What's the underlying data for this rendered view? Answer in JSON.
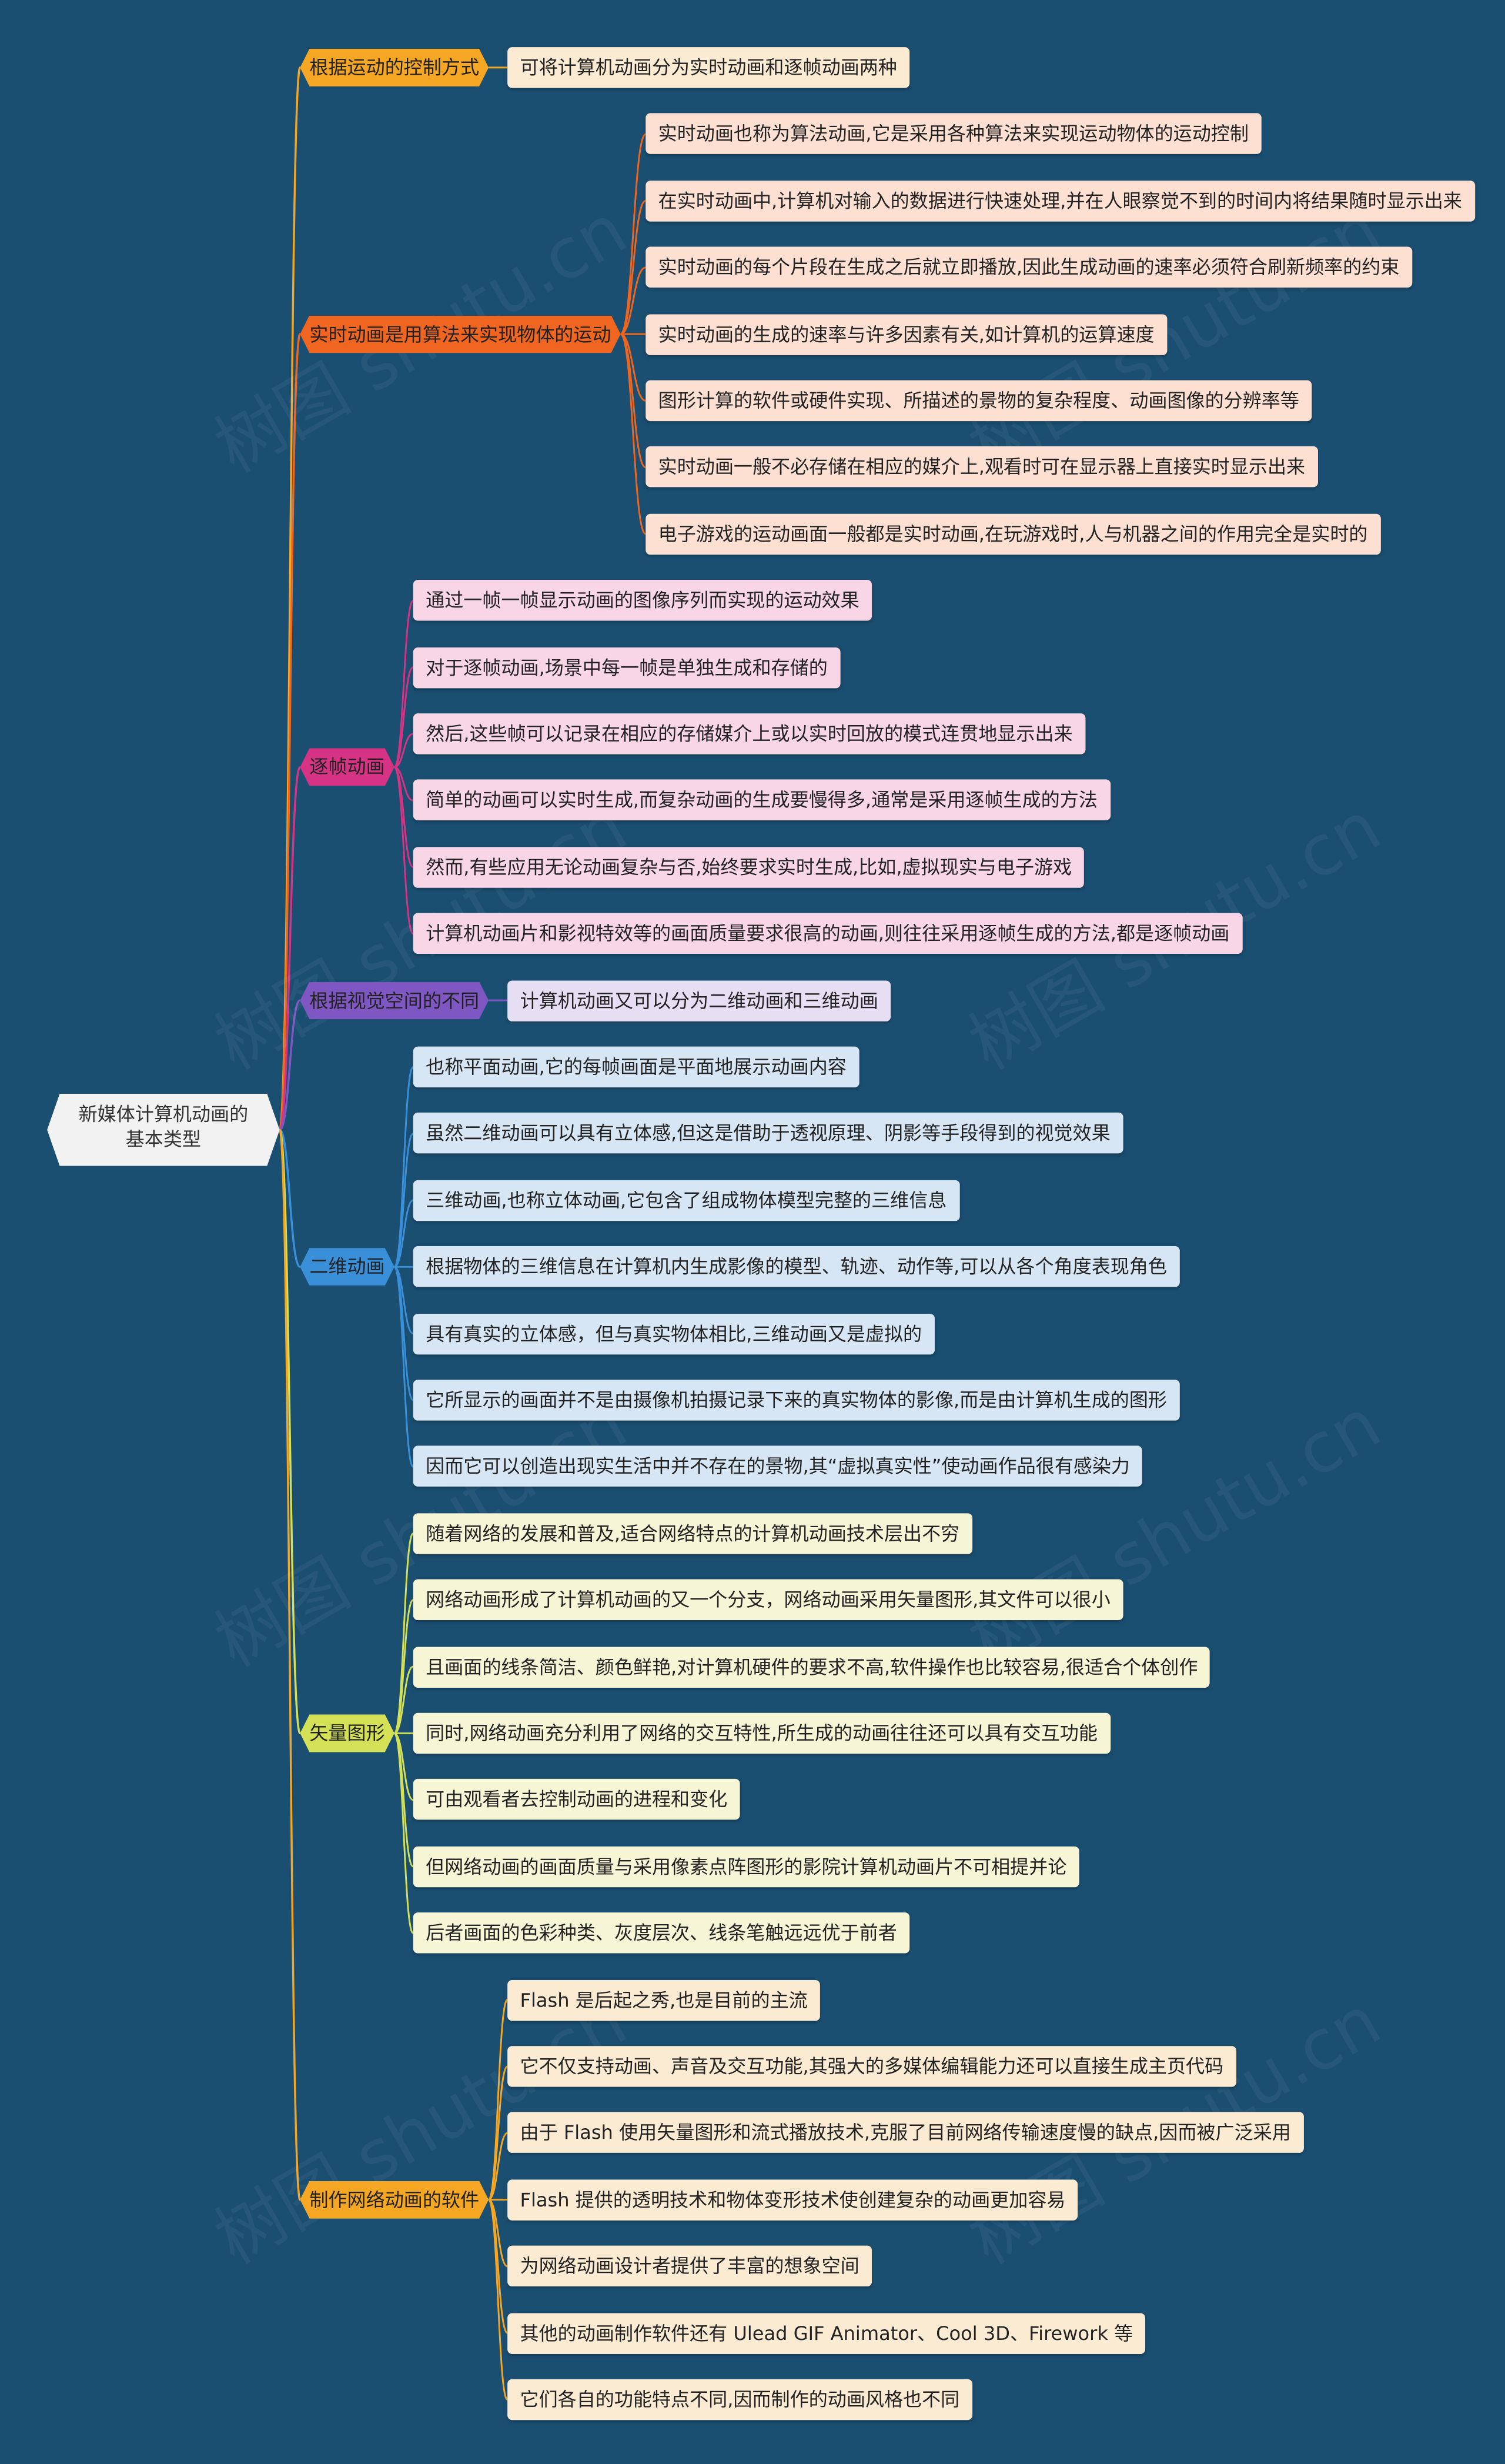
{
  "root": {
    "label": "新媒体计算机动画的基本类型"
  },
  "watermark": "树图 shutu.cn",
  "branches": [
    {
      "label": "根据运动的控制方式",
      "color": "#f5a623",
      "leafColor": "#fcebd3",
      "items": [
        "可将计算机动画分为实时动画和逐帧动画两种"
      ]
    },
    {
      "label": "实时动画是用算法来实现物体的运动",
      "color": "#f0651f",
      "leafColor": "#fde0d2",
      "items": [
        "实时动画也称为算法动画,它是采用各种算法来实现运动物体的运动控制",
        "在实时动画中,计算机对输入的数据进行快速处理,并在人眼察觉不到的时间内将结果随时显示出来",
        "实时动画的每个片段在生成之后就立即播放,因此生成动画的速率必须符合刷新频率的约束",
        "实时动画的生成的速率与许多因素有关,如计算机的运算速度",
        "图形计算的软件或硬件实现、所描述的景物的复杂程度、动画图像的分辨率等",
        "实时动画一般不必存储在相应的媒介上,观看时可在显示器上直接实时显示出来",
        "电子游戏的运动画面一般都是实时动画,在玩游戏时,人与机器之间的作用完全是实时的"
      ]
    },
    {
      "label": "逐帧动画",
      "color": "#d63384",
      "leafColor": "#f8d6e6",
      "items": [
        "通过一帧一帧显示动画的图像序列而实现的运动效果",
        "对于逐帧动画,场景中每一帧是单独生成和存储的",
        "然后,这些帧可以记录在相应的存储媒介上或以实时回放的模式连贯地显示出来",
        "简单的动画可以实时生成,而复杂动画的生成要慢得多,通常是采用逐帧生成的方法",
        "然而,有些应用无论动画复杂与否,始终要求实时生成,比如,虚拟现实与电子游戏",
        "计算机动画片和影视特效等的画面质量要求很高的动画,则往往采用逐帧生成的方法,都是逐帧动画"
      ]
    },
    {
      "label": "根据视觉空间的不同",
      "color": "#7e57c2",
      "leafColor": "#e6dff3",
      "items": [
        "计算机动画又可以分为二维动画和三维动画"
      ]
    },
    {
      "label": "二维动画",
      "color": "#3a8fd9",
      "leafColor": "#d7e6f5",
      "items": [
        "也称平面动画,它的每帧画面是平面地展示动画内容",
        "虽然二维动画可以具有立体感,但这是借助于透视原理、阴影等手段得到的视觉效果",
        "三维动画,也称立体动画,它包含了组成物体模型完整的三维信息",
        "根据物体的三维信息在计算机内生成影像的模型、轨迹、动作等,可以从各个角度表现角色",
        "具有真实的立体感，但与真实物体相比,三维动画又是虚拟的",
        "它所显示的画面并不是由摄像机拍摄记录下来的真实物体的影像,而是由计算机生成的图形",
        "因而它可以创造出现实生活中并不存在的景物,其“虚拟真实性”使动画作品很有感染力"
      ]
    },
    {
      "label": "矢量图形",
      "color": "#d4e157",
      "leafColor": "#f6f6d6",
      "items": [
        "随着网络的发展和普及,适合网络特点的计算机动画技术层出不穷",
        "网络动画形成了计算机动画的又一个分支，网络动画采用矢量图形,其文件可以很小",
        "且画面的线条简洁、颜色鲜艳,对计算机硬件的要求不高,软件操作也比较容易,很适合个体创作",
        "同时,网络动画充分利用了网络的交互特性,所生成的动画往往还可以具有交互功能",
        "可由观看者去控制动画的进程和变化",
        "但网络动画的画面质量与采用像素点阵图形的影院计算机动画片不可相提并论",
        "后者画面的色彩种类、灰度层次、线条笔触远远优于前者"
      ]
    },
    {
      "label": "制作网络动画的软件",
      "color": "#f5a623",
      "leafColor": "#fcebd3",
      "items": [
        "Flash 是后起之秀,也是目前的主流",
        "它不仅支持动画、声音及交互功能,其强大的多媒体编辑能力还可以直接生成主页代码",
        "由于 Flash 使用矢量图形和流式播放技术,克服了目前网络传输速度慢的缺点,因而被广泛采用",
        "Flash 提供的透明技术和物体变形技术使创建复杂的动画更加容易",
        "为网络动画设计者提供了丰富的想象空间",
        "其他的动画制作软件还有 Ulead GIF Animator、Cool 3D、Firework 等",
        "它们各自的功能特点不同,因而制作的动画风格也不同"
      ]
    }
  ]
}
